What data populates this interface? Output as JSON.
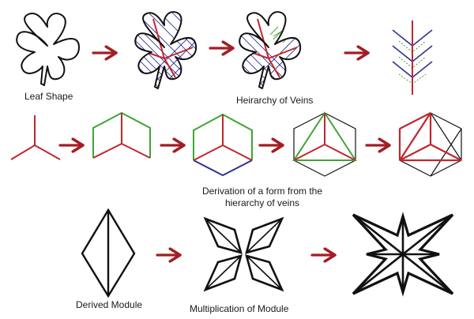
{
  "labels": {
    "leaf_shape": "Leaf Shape",
    "hierarchy_of_veins": "Heirarchy of Veins",
    "derivation_line1": "Derivation of a form from the",
    "derivation_line2": "hierarchy of veins",
    "derived_module": "Derived Module",
    "multiplication_of_module": "Multiplication of Module"
  },
  "colors": {
    "arrow": "#a31d24",
    "outline": "#111111",
    "primary_vein": "#c0272d",
    "secondary_vein": "#2e3192",
    "tertiary_vein": "#3fa535",
    "hatch_green": "#3fa535"
  }
}
